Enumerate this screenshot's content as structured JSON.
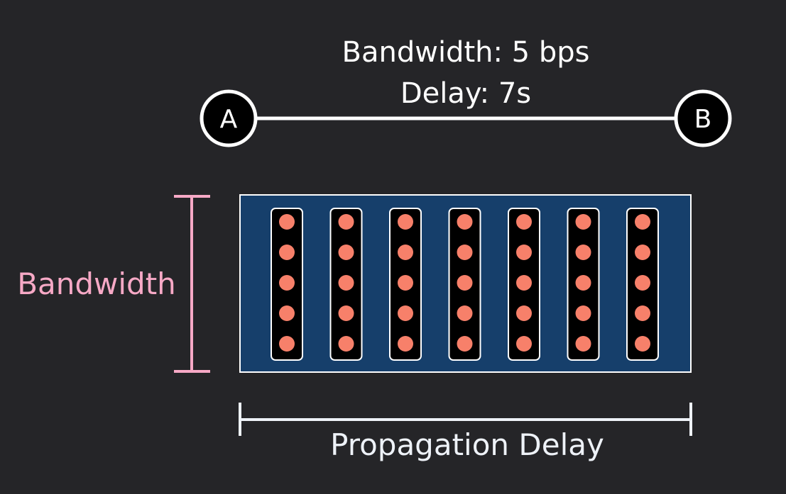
{
  "link": {
    "bandwidth_text": "Bandwidth: 5 bps",
    "delay_text": "Delay: 7s",
    "bandwidth_bps": 5,
    "delay_s": 7
  },
  "nodes": {
    "source": "A",
    "destination": "B"
  },
  "pipe": {
    "columns": 7,
    "packets_per_column": 5
  },
  "labels": {
    "bandwidth_axis": "Bandwidth",
    "delay_axis": "Propagation Delay"
  },
  "colors": {
    "background": "#252528",
    "pipe_fill": "#163f6b",
    "packet": "#f7806a",
    "bandwidth_bracket": "#f7a9c6",
    "delay_bracket": "#eef2f8"
  }
}
